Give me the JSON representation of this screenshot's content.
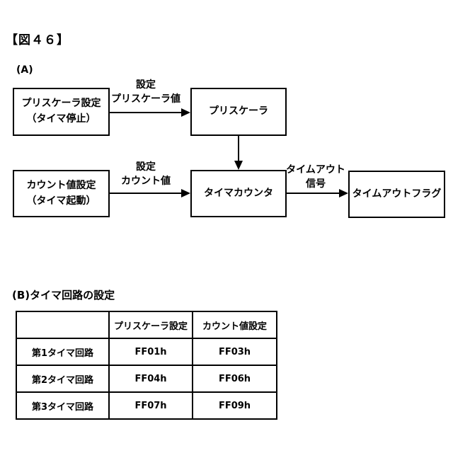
{
  "page": {
    "title": "【図４６】"
  },
  "diagram": {
    "section_label": "(A)",
    "boxes": {
      "prescaler_setting": {
        "line1": "プリスケーラ設定",
        "line2": "（タイマ停止）"
      },
      "prescaler": {
        "label": "プリスケーラ"
      },
      "count_setting": {
        "line1": "カウント値設定",
        "line2": "（タイマ起動）"
      },
      "timer_counter": {
        "label": "タイマカウンタ"
      },
      "timeout_flag": {
        "label": "タイムアウトフラグ"
      }
    },
    "arrow_labels": {
      "prescaler_value": {
        "line1": "設定",
        "line2": "プリスケーラ値"
      },
      "count_value": {
        "line1": "設定",
        "line2": "カウント値"
      },
      "timeout_signal": {
        "line1": "タイムアウト",
        "line2": "信号"
      }
    }
  },
  "table_section": {
    "label": "(B)タイマ回路の設定",
    "table": {
      "headers": [
        "",
        "プリスケーラ設定",
        "カウント値設定"
      ],
      "rows": [
        {
          "name": "第1タイマ回路",
          "prescaler": "FF01h",
          "count": "FF03h"
        },
        {
          "name": "第2タイマ回路",
          "prescaler": "FF04h",
          "count": "FF06h"
        },
        {
          "name": "第3タイマ回路",
          "prescaler": "FF07h",
          "count": "FF09h"
        }
      ]
    }
  },
  "colors": {
    "background": "#ffffff",
    "line": "#000000",
    "text": "#000000"
  }
}
